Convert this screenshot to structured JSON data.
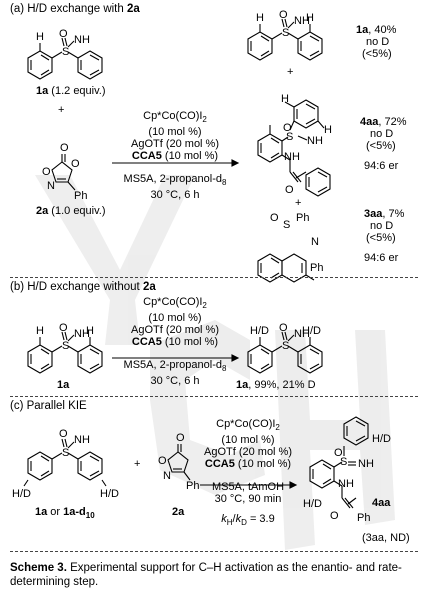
{
  "sections": {
    "a": {
      "heading_text": "(a) H/D exchange with ",
      "heading_bold": "2a",
      "reactant1_bold": "1a",
      "reactant1_text": " (1.2 equiv.)",
      "plus": "+",
      "reactant2_bold": "2a",
      "reactant2_text": " (1.0 equiv.)",
      "ph_label": "Ph",
      "conditions": [
        "Cp*Co(CO)I",
        "(10 mol %)",
        "AgOTf (20 mol %)",
        "CCA5",
        " (10 mol %)",
        "MS5A, 2-propanol-d",
        "30 °C, 6 h"
      ],
      "p1_bold": "1a",
      "p1_yield": ", 40%",
      "p1_noD": "no D",
      "p1_pct": "(<5%)",
      "p2_bold": "4aa",
      "p2_yield": ", 72%",
      "p2_noD": "no D",
      "p2_pct": "(<5%)",
      "p2_er": "94:6 er",
      "p3_bold": "3aa",
      "p3_yield": ", 7%",
      "p3_noD": "no D",
      "p3_pct": "(<5%)",
      "p3_er": "94:6 er",
      "nh_label": "NH",
      "n_label": "N",
      "s_label": "S",
      "o_label": "O",
      "h_label": "H"
    },
    "b": {
      "heading_text": "(b) H/D exchange without ",
      "heading_bold": "2a",
      "conditions": [
        "Cp*Co(CO)I",
        "(10 mol %)",
        "AgOTf (20 mol %)",
        "CCA5",
        " (10 mol %)",
        "MS5A, 2-propanol-d",
        "30 °C, 6 h"
      ],
      "reactant_bold": "1a",
      "product_bold": "1a",
      "product_text": ", 99%, 21% D",
      "hd_label": "H/D"
    },
    "c": {
      "heading": "(c) Parallel KIE",
      "reactant_bold": "1a",
      "reactant_or": " or ",
      "reactant_bold2": "1a-d",
      "reactant_sub": "10",
      "reagent_bold": "2a",
      "h5d5": "H/D",
      "conditions": [
        "Cp*Co(CO)I",
        "(10 mol %)",
        "AgOTf (20 mol %)",
        "CCA5",
        " (10 mol %)",
        "MS5A, tAmOH",
        "30 °C, 90 min"
      ],
      "kie_k": "k",
      "kie_value": " = 3.9",
      "product_bold": "4aa",
      "product_side": "(3aa, ND)",
      "h4d4": "H/D",
      "ph_label": "Ph"
    }
  },
  "caption": {
    "label": "Scheme 3.",
    "text": " Experimental support for C–H activation as the enantio- and rate-determining step."
  },
  "watermark": "YCH"
}
